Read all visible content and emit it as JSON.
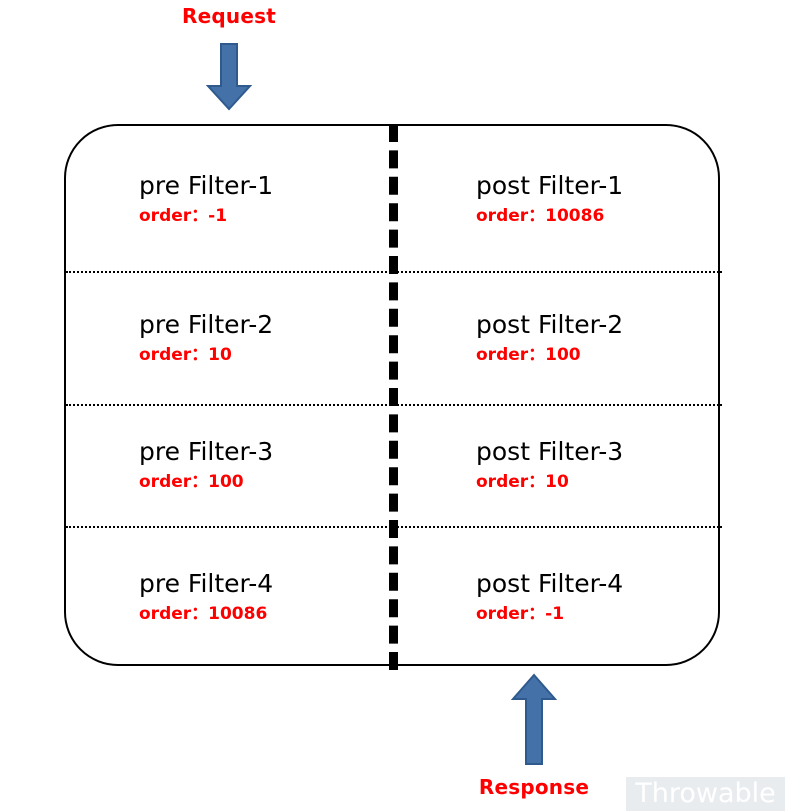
{
  "flow": {
    "request": {
      "label": "Request",
      "arrow_icon": "arrow-down-icon",
      "color": "#ff0000",
      "arrow_fill": "#4472a8",
      "arrow_stroke": "#2e5a8e"
    },
    "response": {
      "label": "Response",
      "arrow_icon": "arrow-up-icon",
      "color": "#ff0000",
      "arrow_fill": "#4472a8",
      "arrow_stroke": "#2e5a8e"
    }
  },
  "filter_chain": {
    "title_color": "#000000",
    "order_color": "#ff0000",
    "border_color": "#000000",
    "rows": [
      {
        "pre": {
          "title": "pre Filter-1",
          "order": "order：-1"
        },
        "post": {
          "title": "post Filter-1",
          "order": "order：10086"
        }
      },
      {
        "pre": {
          "title": "pre Filter-2",
          "order": "order：10"
        },
        "post": {
          "title": "post Filter-2",
          "order": "order：100"
        }
      },
      {
        "pre": {
          "title": "pre Filter-3",
          "order": "order：100"
        },
        "post": {
          "title": "post Filter-3",
          "order": "order：10"
        }
      },
      {
        "pre": {
          "title": "pre Filter-4",
          "order": "order：10086"
        },
        "post": {
          "title": "post Filter-4",
          "order": "order：-1"
        }
      }
    ]
  },
  "watermark": {
    "text": "Throwable",
    "background": "#e9ecef",
    "color": "#ffffff"
  }
}
